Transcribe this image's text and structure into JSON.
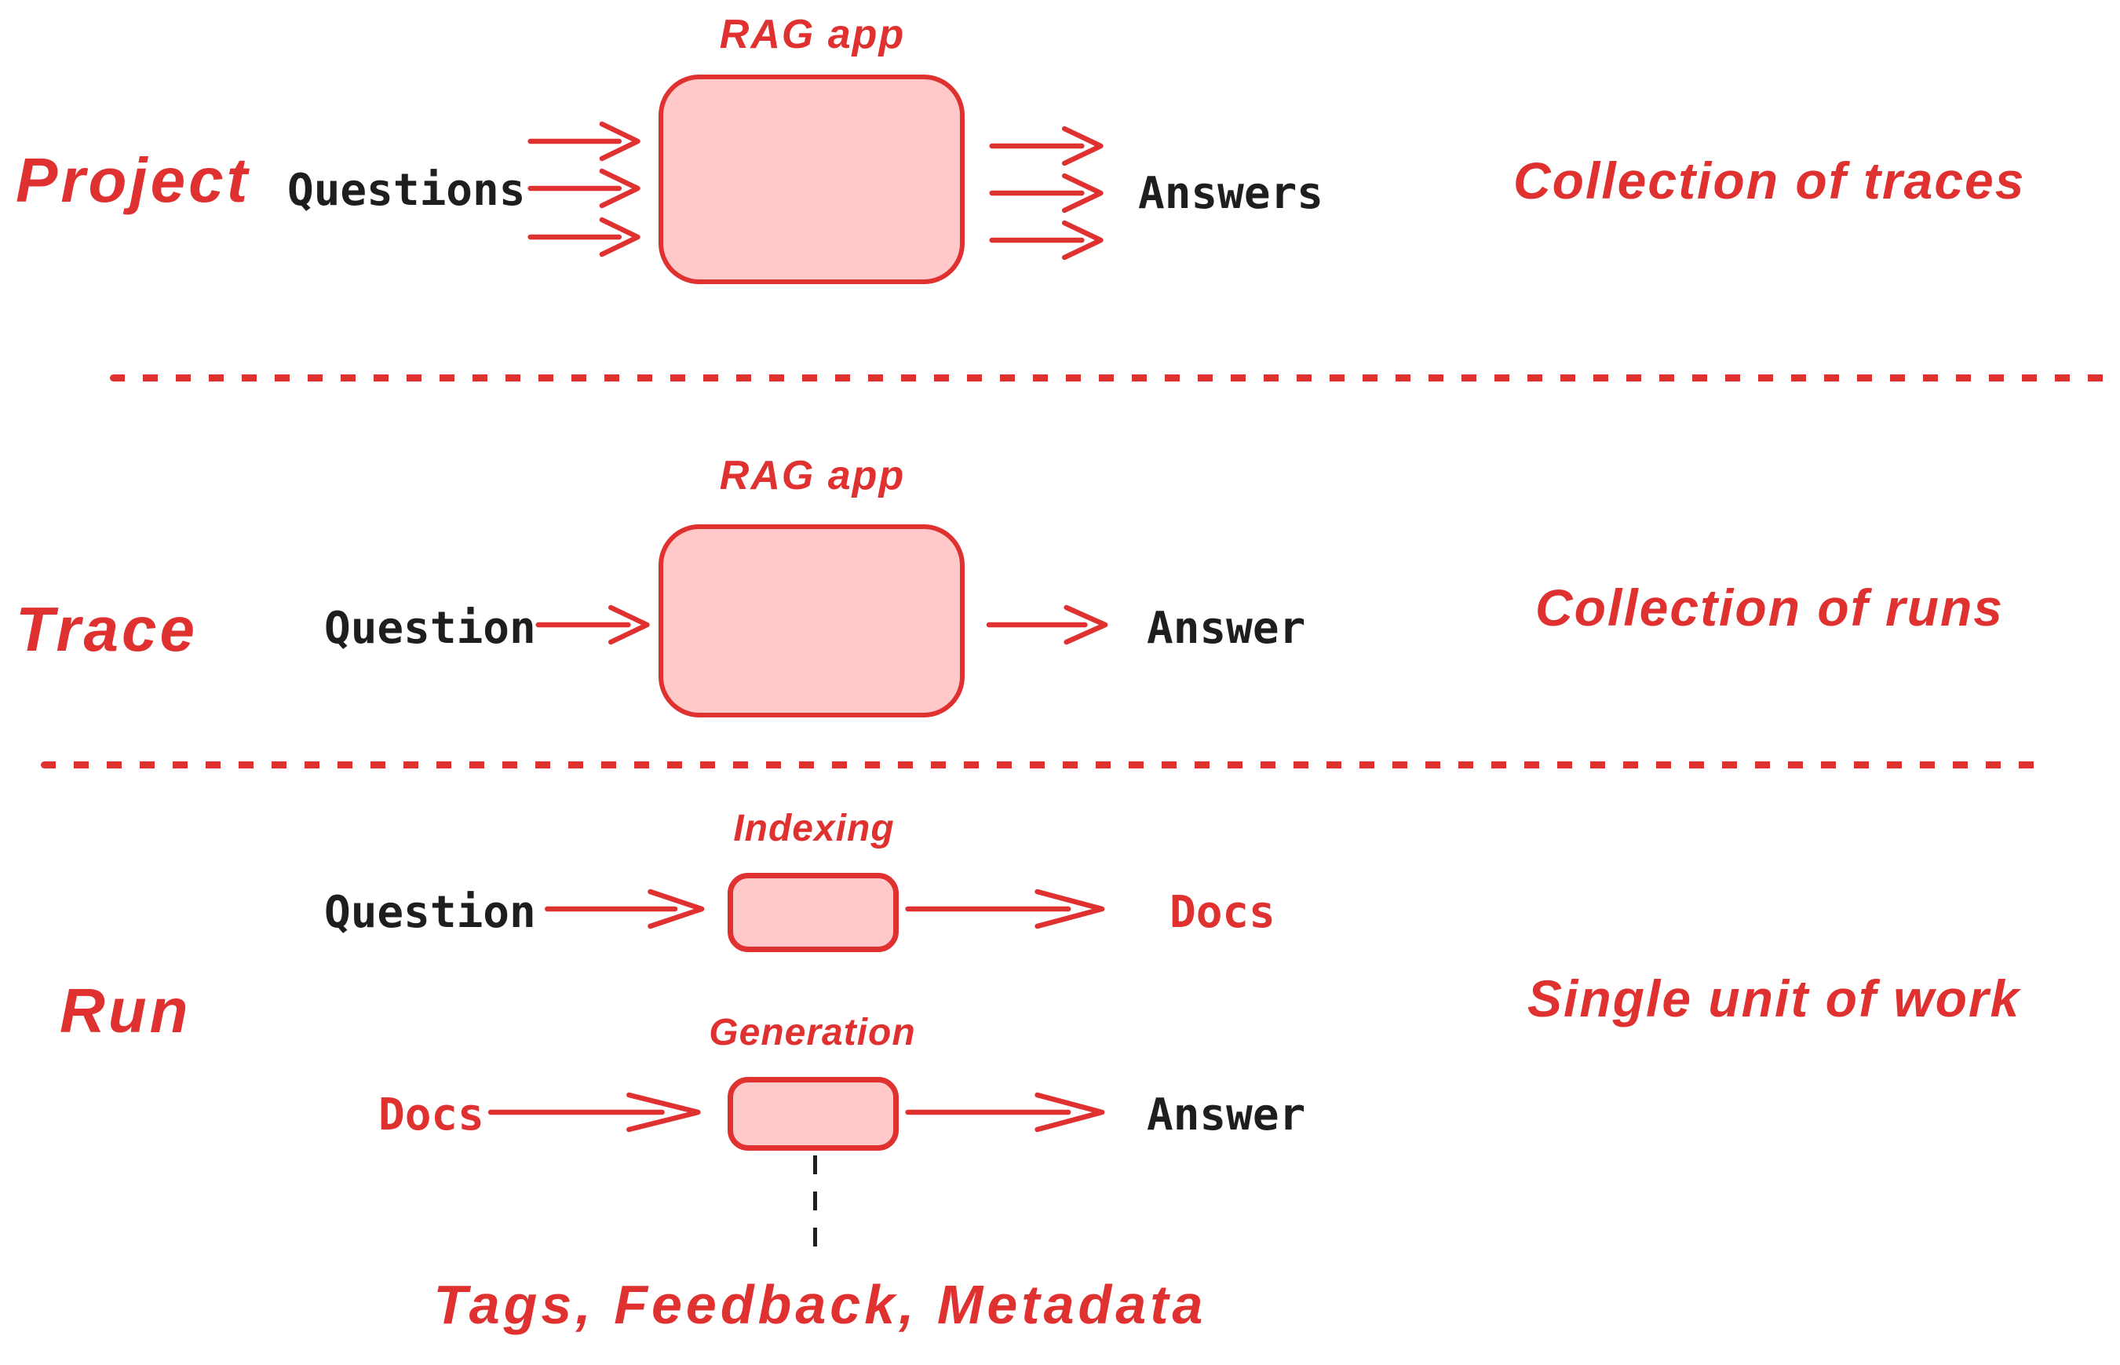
{
  "colors": {
    "red": "#e03131",
    "pink": "#ffc9c9",
    "ink": "#1e1e1e"
  },
  "rows": [
    {
      "name": "Project",
      "box": {
        "title": "RAG app"
      },
      "input": "Questions",
      "output": "Answers",
      "input_arrows": 3,
      "output_arrows": 3,
      "right_note": "Collection of traces"
    },
    {
      "name": "Trace",
      "box": {
        "title": "RAG app"
      },
      "input": "Question",
      "output": "Answer",
      "input_arrows": 1,
      "output_arrows": 1,
      "right_note": "Collection of runs"
    },
    {
      "name": "Run",
      "right_note": "Single unit of work",
      "flows": [
        {
          "box_title": "Indexing",
          "input": "Question",
          "output": "Docs"
        },
        {
          "box_title": "Generation",
          "input": "Docs",
          "output": "Answer"
        }
      ],
      "annotation": "Tags, Feedback, Metadata"
    }
  ]
}
